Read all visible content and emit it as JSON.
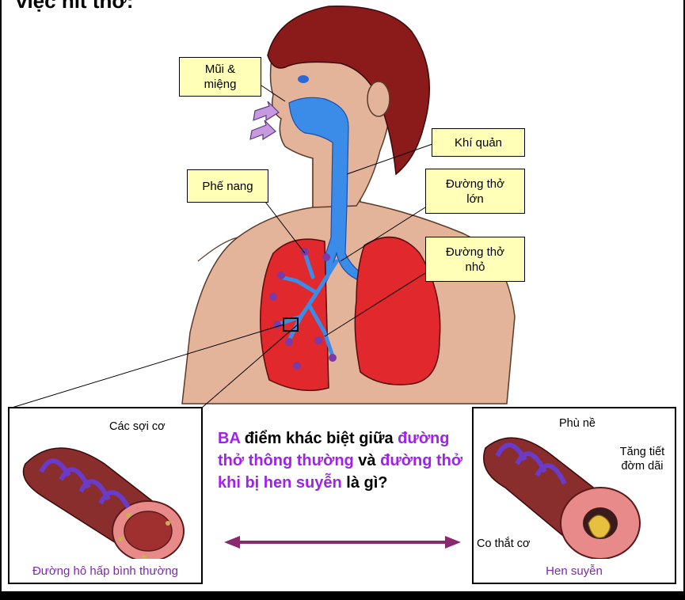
{
  "title": "việc hít thở:",
  "labels": {
    "mouth_nose": "Mũi & miệng",
    "trachea": "Khí quản",
    "alveoli": "Phế nang",
    "large_airway": "Đường thở lớn",
    "small_airway": "Đường thở nhỏ"
  },
  "normal_panel": {
    "fiber_label": "Các sợi cơ",
    "caption": "Đường hô hấp bình thường"
  },
  "asthma_panel": {
    "swelling_label": "Phù nề",
    "mucus_label": "Tăng tiết đờm dãi",
    "spasm_label": "Co thắt cơ",
    "caption": "Hen suyễn"
  },
  "question": {
    "part1": "BA",
    "part2": " điểm khác biệt giữa ",
    "part3": "đường thở thông thường",
    "part4": " và ",
    "part5": "đường thở khi bị hen suyễn",
    "part6": " là gì?"
  },
  "colors": {
    "hair": "#8b1a1a",
    "skin": "#e3b49a",
    "lung": "#e0282d",
    "airway": "#3a8ce8",
    "callout": "#ffffb8",
    "accent_purple": "#a020f0",
    "arrow": "#8a2a6e"
  }
}
